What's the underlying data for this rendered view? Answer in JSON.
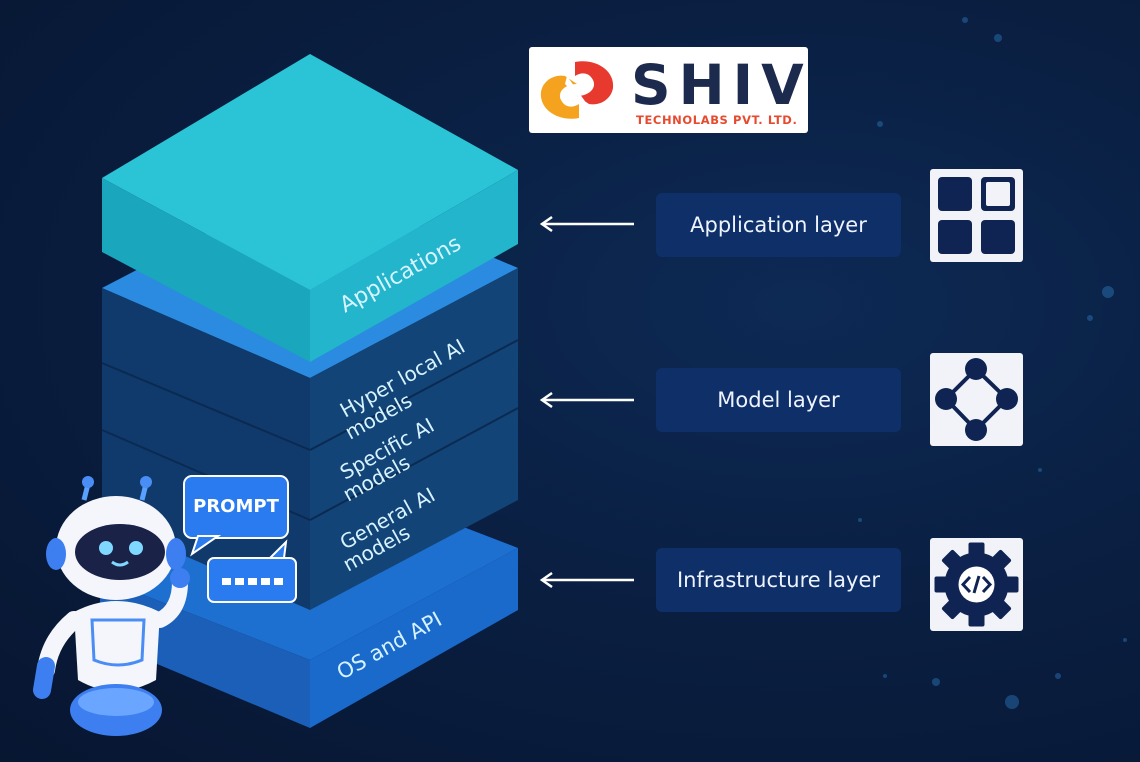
{
  "logo": {
    "name": "SHIV",
    "tagline": "TECHNOLABS PVT. LTD."
  },
  "stack": {
    "applications": "Applications",
    "hyper_local_line1": "Hyper local AI",
    "hyper_local_line2": "models",
    "specific_line1": "Specific AI",
    "specific_line2": "models",
    "general_line1": "General AI",
    "general_line2": "models",
    "os_api": "OS and API"
  },
  "layers": [
    {
      "label": "Application layer",
      "icon": "apps-grid-icon"
    },
    {
      "label": "Model layer",
      "icon": "network-nodes-icon"
    },
    {
      "label": "Infrastructure layer",
      "icon": "code-gear-icon"
    }
  ],
  "robot": {
    "bubble_label": "PROMPT"
  },
  "colors": {
    "background": "#0a1f42",
    "app_top": "#2bc4d6",
    "app_side": "#1fa8bd",
    "model_top": "#2a8be0",
    "model_side": "#123f74",
    "infra_side": "#1765c4",
    "pill": "#0f2f68",
    "logo_red": "#e8392e",
    "logo_orange": "#f5a21e",
    "logo_navy": "#1c2a4d"
  }
}
